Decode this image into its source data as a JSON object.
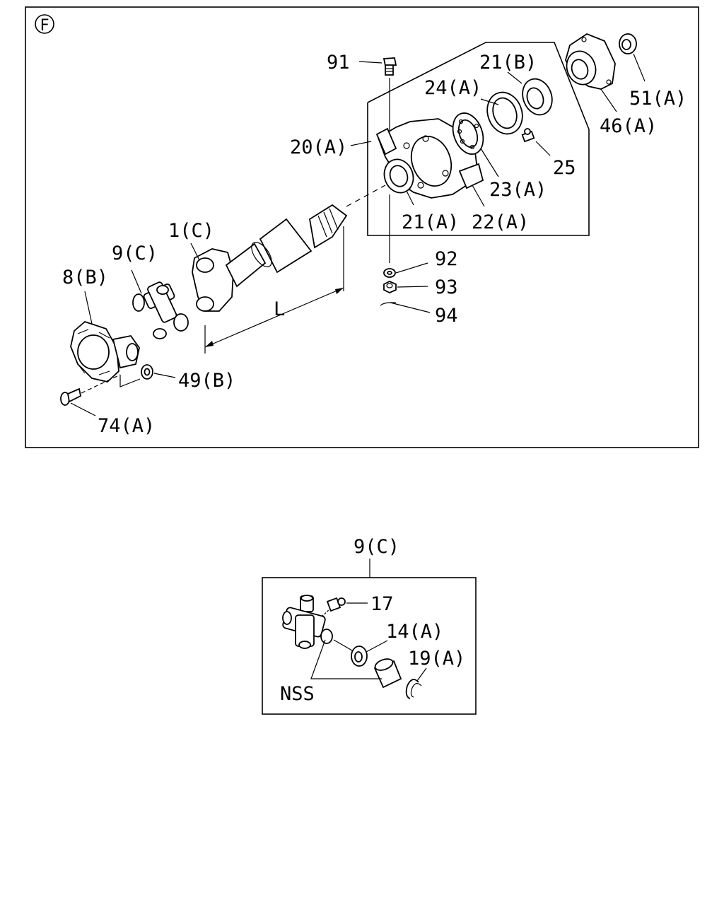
{
  "upper_panel": {
    "marker": "F",
    "labels": {
      "p91": "91",
      "p21b": "21(B)",
      "p24a": "24(A)",
      "p20a": "20(A)",
      "p51a": "51(A)",
      "p46a": "46(A)",
      "p25": "25",
      "p23a": "23(A)",
      "p21a": "21(A)",
      "p22a": "22(A)",
      "p1c": "1(C)",
      "p9c": "9(C)",
      "p8b": "8(B)",
      "p92": "92",
      "p93": "93",
      "p94": "94",
      "dimL": "L",
      "p49b": "49(B)",
      "p74a": "74(A)"
    }
  },
  "lower_panel": {
    "title": "9(C)",
    "labels": {
      "p17": "17",
      "p14a": "14(A)",
      "p19a": "19(A)",
      "nss": "NSS"
    }
  }
}
